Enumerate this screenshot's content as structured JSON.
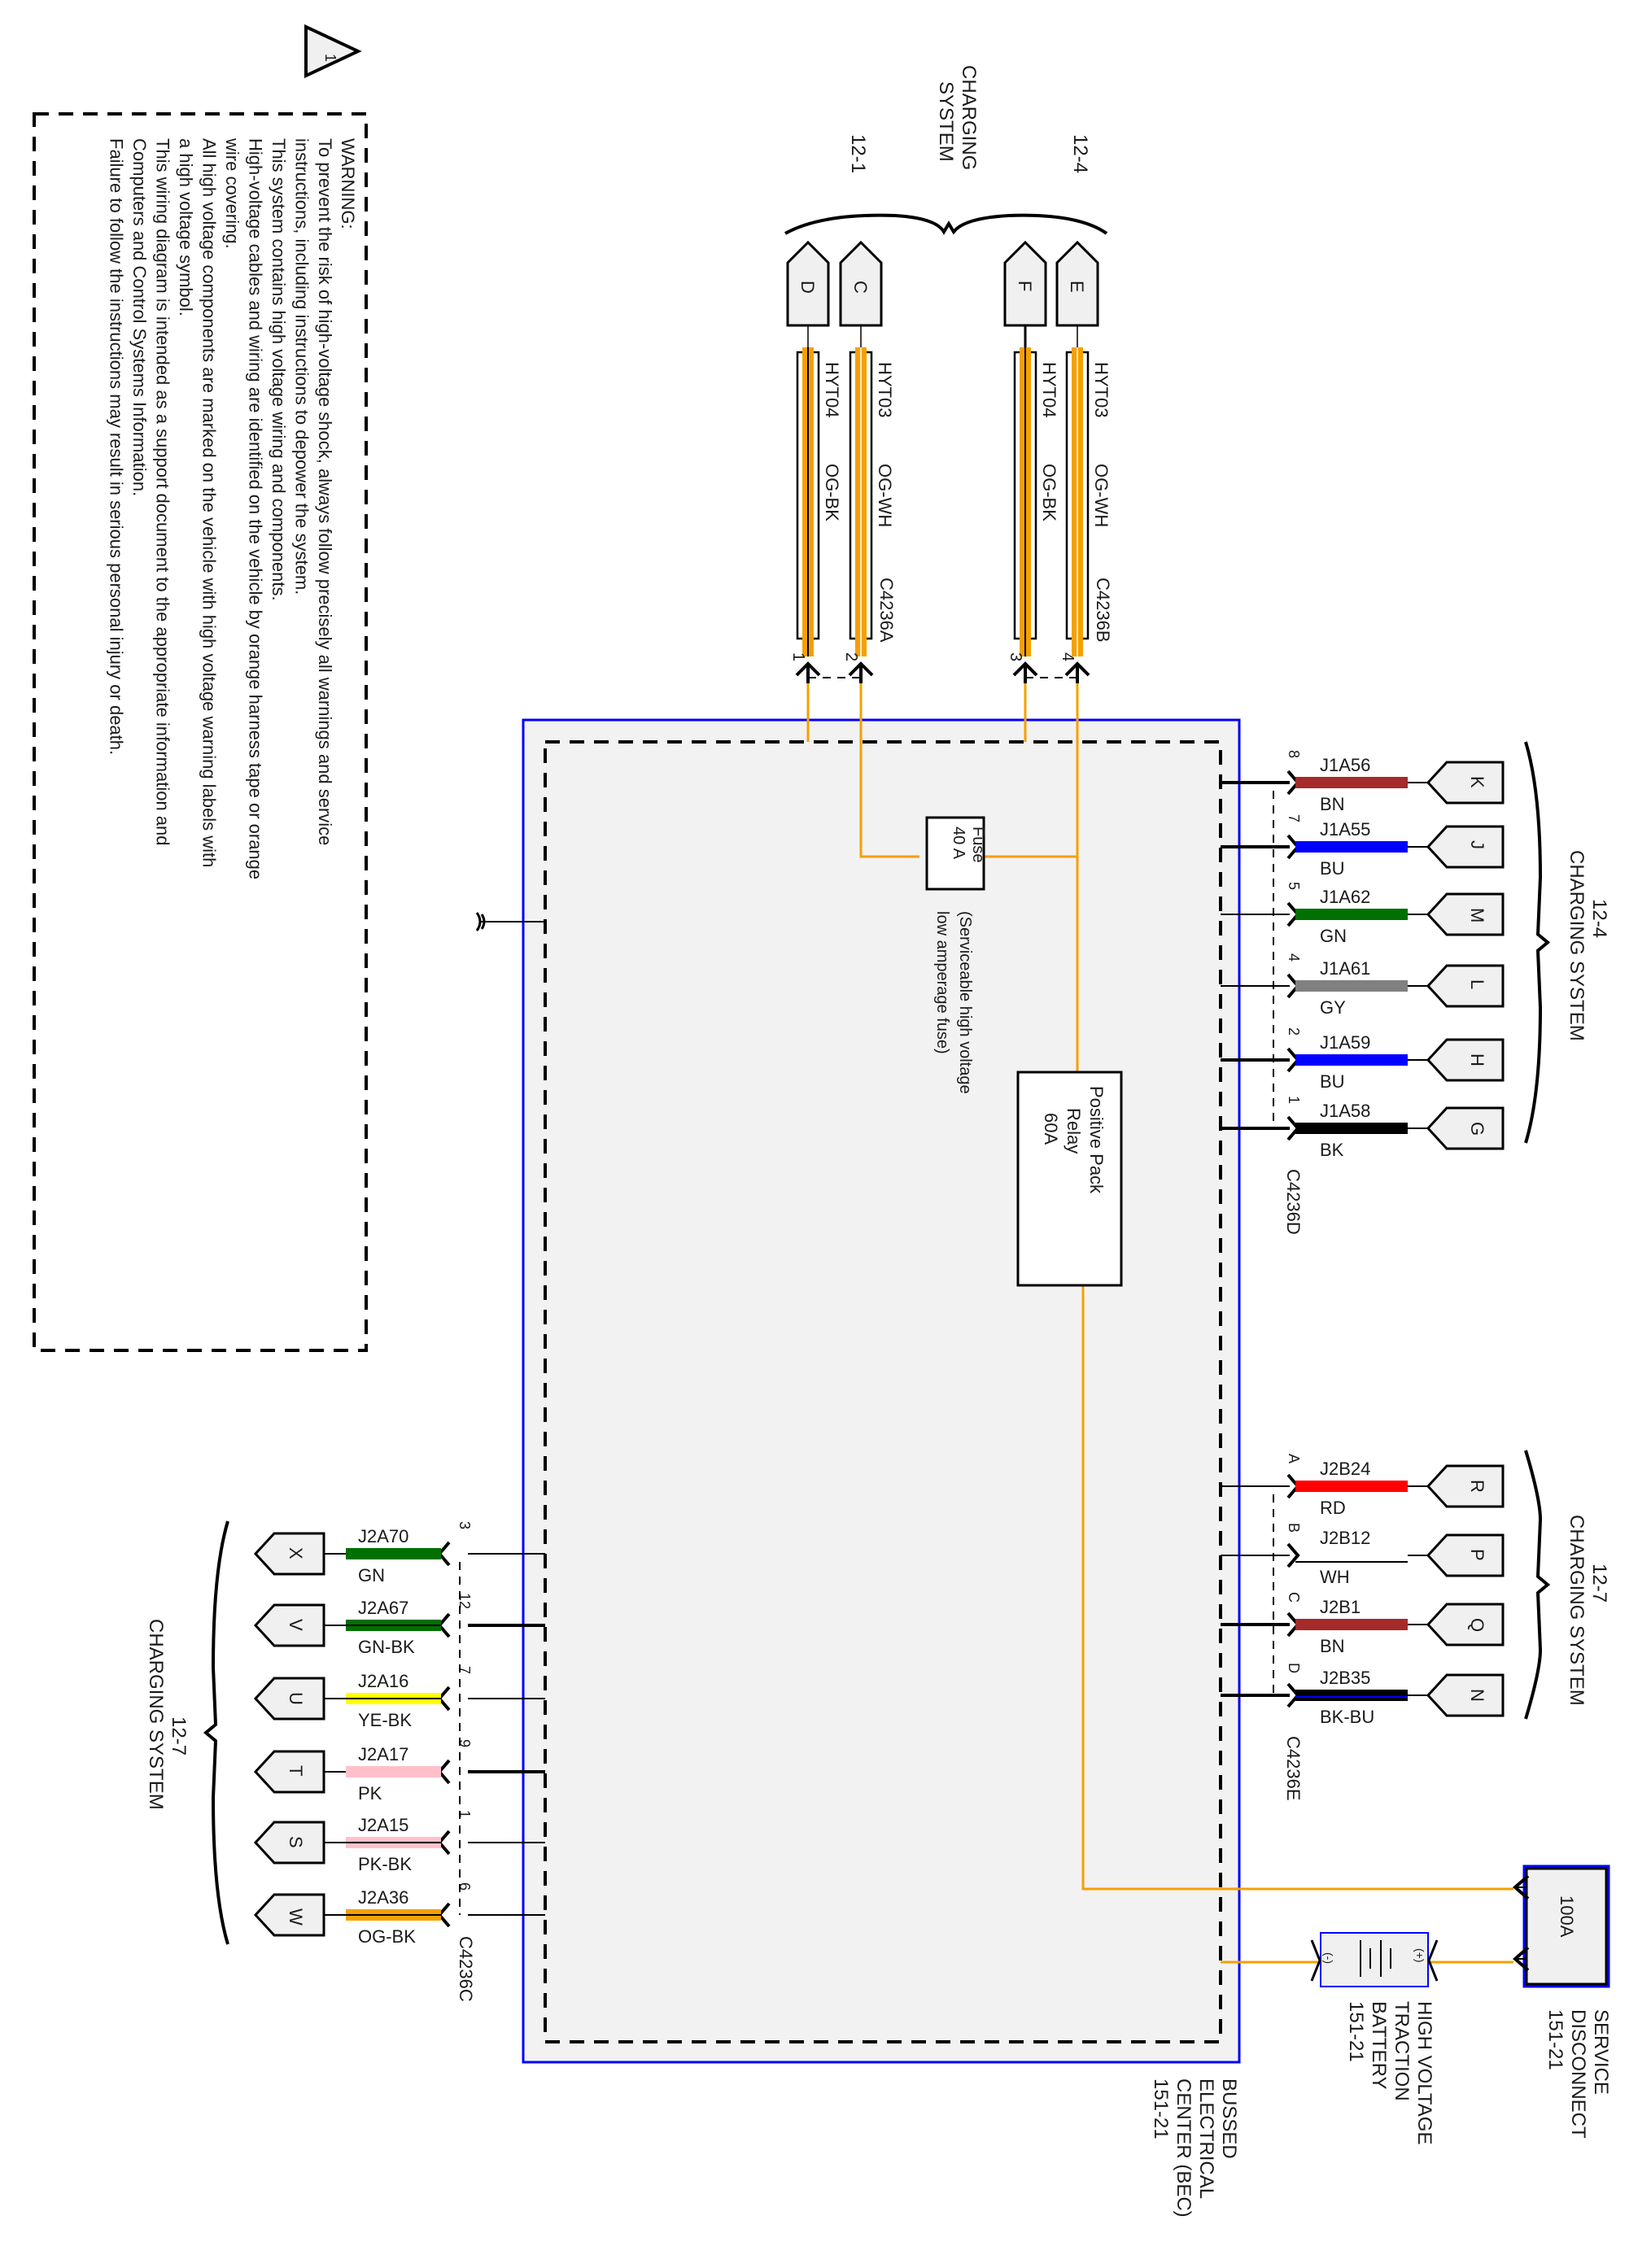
{
  "warning": {
    "title": "WARNING:",
    "lines": [
      "To prevent the risk of high-voltage shock, always follow precisely all warnings and service",
      "instructions, including instructions to depower the system.",
      "This system contains high voltage wiring and components.",
      "High-voltage cables and wiring are identified on the vehicle by orange harness tape or orange",
      "wire covering.",
      "All high voltage components are marked on the vehicle with high voltage warning labels with",
      "a high voltage symbol.",
      "This wiring diagram is intended as a support document to  the  appropriate information  and",
      "   Computers and Control  Systems Information.",
      "Failure to follow the instructions may result in serious personal injury or death."
    ]
  },
  "warning_symbol": "1",
  "top_group": {
    "title_line1": "CHARGING",
    "title_line2": "SYSTEM",
    "ref_left": "12-1",
    "ref_right": "12-4",
    "connectors": [
      {
        "letter": "D",
        "circuit": "HYT04",
        "color_code": "OG-BK",
        "pin": "1",
        "wire_color": "#f5a000",
        "stripe": "#000000"
      },
      {
        "letter": "C",
        "circuit": "HYT03",
        "color_code": "OG-WH",
        "pin": "2",
        "wire_color": "#f5a000",
        "stripe": "#ffffff"
      },
      {
        "letter": "F",
        "circuit": "HYT04",
        "color_code": "OG-BK",
        "pin": "3",
        "wire_color": "#f5a000",
        "stripe": "#000000"
      },
      {
        "letter": "E",
        "circuit": "HYT03",
        "color_code": "OG-WH",
        "pin": "4",
        "wire_color": "#f5a000",
        "stripe": "#ffffff"
      }
    ],
    "connector_a": "C4236A",
    "connector_b": "C4236B"
  },
  "right_group_1": {
    "ref": "12-4",
    "title": "CHARGING SYSTEM",
    "connector_id": "C4236D",
    "wires": [
      {
        "pin": "8",
        "circuit": "J1A56",
        "color_code": "BN",
        "letter": "K",
        "color": "#a52a2a",
        "stripe": ""
      },
      {
        "pin": "7",
        "circuit": "J1A55",
        "color_code": "BU",
        "letter": "J",
        "color": "#0000ff",
        "stripe": ""
      },
      {
        "pin": "5",
        "circuit": "J1A62",
        "color_code": "GN",
        "letter": "M",
        "color": "#007000",
        "stripe": ""
      },
      {
        "pin": "4",
        "circuit": "J1A61",
        "color_code": "GY",
        "letter": "L",
        "color": "#808080",
        "stripe": ""
      },
      {
        "pin": "2",
        "circuit": "J1A59",
        "color_code": "BU",
        "letter": "H",
        "color": "#0000ff",
        "stripe": ""
      },
      {
        "pin": "1",
        "circuit": "J1A58",
        "color_code": "BK",
        "letter": "G",
        "color": "#000000",
        "stripe": ""
      }
    ]
  },
  "right_group_2": {
    "ref": "12-7",
    "title": "CHARGING SYSTEM",
    "connector_id": "C4236E",
    "wires": [
      {
        "pin": "A",
        "circuit": "J2B24",
        "color_code": "RD",
        "letter": "R",
        "color": "#ff0000",
        "stripe": ""
      },
      {
        "pin": "B",
        "circuit": "J2B12",
        "color_code": "WH",
        "letter": "P",
        "color": "#ffffff",
        "stripe": ""
      },
      {
        "pin": "C",
        "circuit": "J2B1",
        "color_code": "BN",
        "letter": "Q",
        "color": "#a52a2a",
        "stripe": ""
      },
      {
        "pin": "D",
        "circuit": "J2B35",
        "color_code": "BK-BU",
        "letter": "N",
        "color": "#000000",
        "stripe": "#0000ff"
      }
    ]
  },
  "left_group": {
    "ref": "12-7",
    "title": "CHARGING SYSTEM",
    "connector_id": "C4236C",
    "wires": [
      {
        "pin": "3",
        "circuit": "J2A70",
        "color_code": "GN",
        "letter": "X",
        "color": "#007000",
        "stripe": ""
      },
      {
        "pin": "12",
        "circuit": "J2A67",
        "color_code": "GN-BK",
        "letter": "V",
        "color": "#007000",
        "stripe": "#000000"
      },
      {
        "pin": "7",
        "circuit": "J2A16",
        "color_code": "YE-BK",
        "letter": "U",
        "color": "#ffff00",
        "stripe": "#000000"
      },
      {
        "pin": "9",
        "circuit": "J2A17",
        "color_code": "PK",
        "letter": "T",
        "color": "#ffc0cb",
        "stripe": ""
      },
      {
        "pin": "1",
        "circuit": "J2A15",
        "color_code": "PK-BK",
        "letter": "S",
        "color": "#ffc0cb",
        "stripe": "#000000"
      },
      {
        "pin": "6",
        "circuit": "J2A36",
        "color_code": "OG-BK",
        "letter": "W",
        "color": "#f5a000",
        "stripe": "#000000"
      }
    ]
  },
  "fuse": {
    "line1": "Fuse",
    "line2": "40 A",
    "note1": "(Serviceable high voltage",
    "note2": "low amperage fuse)"
  },
  "relay": {
    "line1": "Positive Pack",
    "line2": "Relay",
    "line3": "60A"
  },
  "bec": {
    "line1": "BUSSED",
    "line2": "ELECTRICAL",
    "line3": "CENTER (BEC)",
    "line4": "151-21"
  },
  "battery": {
    "line1": "HIGH VOLTAGE",
    "line2": "TRACTION",
    "line3": "BATTERY",
    "line4": "151-21",
    "plus": "(+)",
    "minus": "(-)"
  },
  "service_disconnect": {
    "rating": "100A",
    "line1": "SERVICE",
    "line2": "DISCONNECT",
    "line3": "151-21"
  },
  "colors": {
    "hv_orange": "#f5a000",
    "module_blue": "#0000ff",
    "module_fill": "#f2f2f2",
    "connector_fill": "#f0f0f0"
  }
}
